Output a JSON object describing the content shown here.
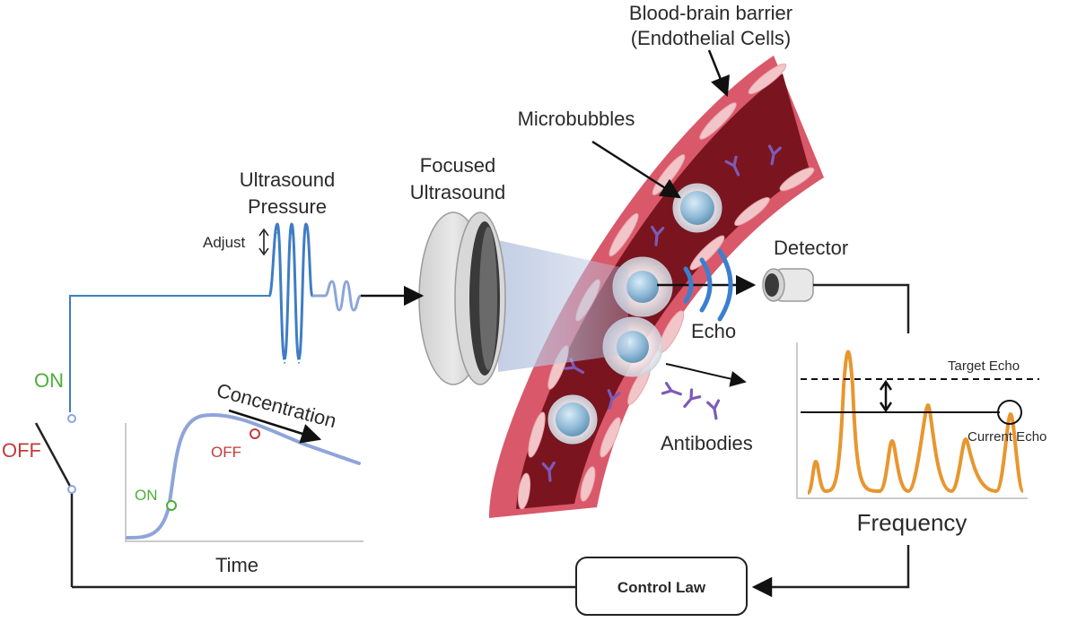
{
  "labels": {
    "bbb_line1": "Blood-brain barrier",
    "bbb_line2": "(Endothelial Cells)",
    "microbubbles": "Microbubbles",
    "focused_line1": "Focused",
    "focused_line2": "Ultrasound",
    "pressure_line1": "Ultrasound",
    "pressure_line2": "Pressure",
    "adjust": "Adjust",
    "detector": "Detector",
    "echo": "Echo",
    "antibodies": "Antibodies",
    "target_echo": "Target Echo",
    "current_echo": "Current Echo",
    "frequency": "Frequency",
    "concentration": "Concentration",
    "time": "Time",
    "on_switch": "ON",
    "off_switch": "OFF",
    "on_curve": "ON",
    "off_curve": "OFF",
    "control_law": "Control Law"
  },
  "colors": {
    "vessel_outer": "#d9586a",
    "vessel_inner": "#7a1520",
    "endothelial": "#f2c6c8",
    "signal_blue": "#3f7dc4",
    "signal_light": "#8ca5d8",
    "echo_blue": "#3a7fd0",
    "spectrum_orange": "#e8962f",
    "on_green": "#4caf3a",
    "off_red": "#c23b3b",
    "antibody_purple": "#7d5bb5",
    "curve_blue": "#8ea4da"
  }
}
